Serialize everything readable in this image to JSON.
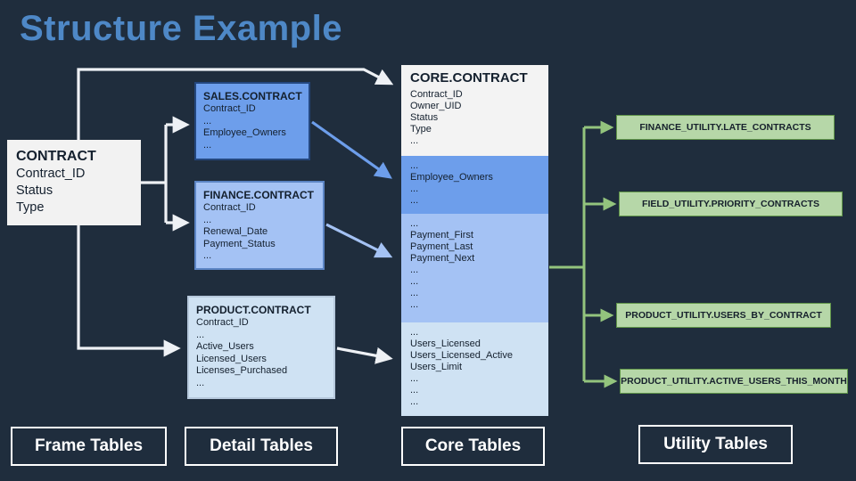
{
  "title": "Structure Example",
  "frame_table": {
    "name": "CONTRACT",
    "fields": [
      "Contract_ID",
      "Status",
      "Type"
    ]
  },
  "detail_tables": [
    {
      "name": "SALES.CONTRACT",
      "fields": [
        "Contract_ID",
        "...",
        "Employee_Owners",
        "..."
      ]
    },
    {
      "name": "FINANCE.CONTRACT",
      "fields": [
        "Contract_ID",
        "...",
        "Renewal_Date",
        "Payment_Status",
        "..."
      ]
    },
    {
      "name": "PRODUCT.CONTRACT",
      "fields": [
        "Contract_ID",
        "...",
        "Active_Users",
        "Licensed_Users",
        "Licenses_Purchased",
        "..."
      ]
    }
  ],
  "core_table": {
    "name": "CORE.CONTRACT",
    "section1": [
      "Contract_ID",
      "Owner_UID",
      "Status",
      "Type",
      "..."
    ],
    "section2": [
      "...",
      "Employee_Owners",
      "...",
      "..."
    ],
    "section3": [
      "...",
      "Payment_First",
      "Payment_Last",
      "Payment_Next",
      "...",
      "...",
      "...",
      "..."
    ],
    "section4": [
      "...",
      "Users_Licensed",
      "Users_Licensed_Active",
      "Users_Limit",
      "...",
      "...",
      "..."
    ]
  },
  "utility_tables": [
    {
      "label": "FINANCE_UTILITY.LATE_CONTRACTS"
    },
    {
      "label": "FIELD_UTILITY.PRIORITY_CONTRACTS"
    },
    {
      "label": "PRODUCT_UTILITY.USERS_BY_CONTRACT"
    },
    {
      "label": "PRODUCT_UTILITY.ACTIVE_USERS_THIS_MONTH"
    }
  ],
  "legend": [
    {
      "label": "Frame Tables"
    },
    {
      "label": "Detail Tables"
    },
    {
      "label": "Core Tables"
    },
    {
      "label": "Utility Tables"
    }
  ],
  "colors": {
    "background": "#1f2d3d",
    "title": "#4e88c7",
    "frame_fill": "#f2f2f2",
    "sales_fill": "#6d9eeb",
    "finance_fill": "#a4c2f4",
    "product_fill": "#cfe2f3",
    "utility_fill": "#b6d7a8",
    "utility_border": "#5f9448",
    "connector_white": "#eef1f5",
    "connector_blue": "#6d9eeb",
    "connector_lightblue": "#a4c2f4",
    "connector_green": "#93c47d"
  }
}
